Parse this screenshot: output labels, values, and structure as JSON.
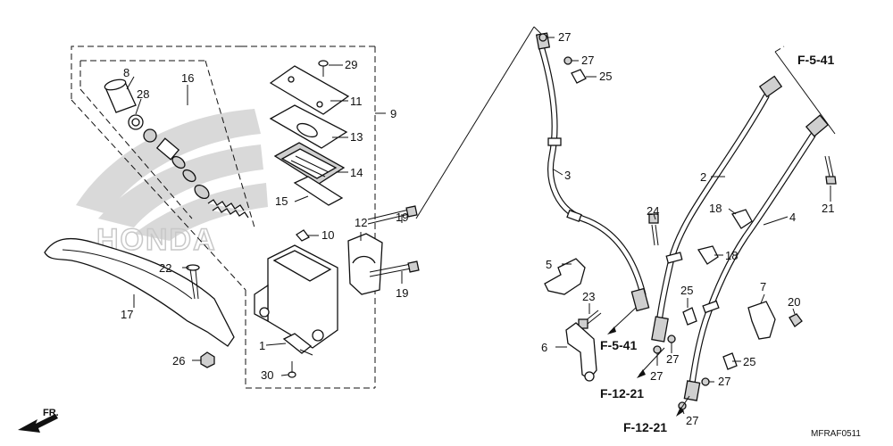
{
  "diagram": {
    "part_numbers": {
      "p1": "1",
      "p2": "2",
      "p3": "3",
      "p4": "4",
      "p5": "5",
      "p6": "6",
      "p7": "7",
      "p8": "8",
      "p9": "9",
      "p10": "10",
      "p11": "11",
      "p12": "12",
      "p13": "13",
      "p14": "14",
      "p15": "15",
      "p16": "16",
      "p17": "17",
      "p18a": "18",
      "p18b": "18",
      "p19a": "19",
      "p19b": "19",
      "p20": "20",
      "p21": "21",
      "p22": "22",
      "p23": "23",
      "p24": "24",
      "p25a": "25",
      "p25b": "25",
      "p25c": "25",
      "p26": "26",
      "p27a": "27",
      "p27b": "27",
      "p27c": "27",
      "p27d": "27",
      "p27e": "27",
      "p27f": "27",
      "p28": "28",
      "p29": "29",
      "p30": "30"
    },
    "references": {
      "f541_top": "F-5-41",
      "f541_mid": "F-5-41",
      "f1221_a": "F-12-21",
      "f1221_b": "F-12-21"
    },
    "watermark": "HONDA",
    "front_label": "FR.",
    "diagram_code": "MFRAF0511"
  }
}
